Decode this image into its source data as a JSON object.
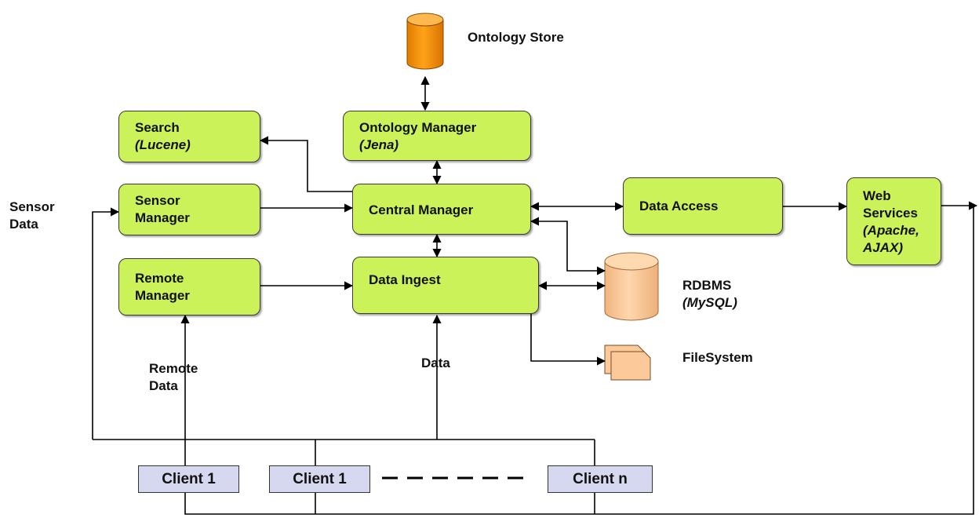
{
  "colors": {
    "module_fill": "#ccf25a",
    "client_fill": "#d6d8f0",
    "ontology_store": "#ff9900",
    "storage": "#fcc99a"
  },
  "ontology_store": {
    "label": "Ontology Store"
  },
  "modules": {
    "search": {
      "title": "Search",
      "sub": "(Lucene)"
    },
    "ontology_manager": {
      "title": "Ontology Manager",
      "sub": "(Jena)"
    },
    "sensor_manager": {
      "line1": "Sensor",
      "line2": "Manager"
    },
    "central_manager": {
      "title": "Central Manager"
    },
    "data_access": {
      "title": "Data Access"
    },
    "web_services": {
      "line1": "Web",
      "line2": "Services",
      "sub1": "(Apache,",
      "sub2": "AJAX)"
    },
    "remote_manager": {
      "line1": "Remote",
      "line2": "Manager"
    },
    "data_ingest": {
      "title": "Data Ingest"
    }
  },
  "storage": {
    "rdbms": {
      "title": "RDBMS",
      "sub": "(MySQL)"
    },
    "filesystem": {
      "title": "FileSystem"
    }
  },
  "labels": {
    "sensor_data_1": "Sensor",
    "sensor_data_2": "Data",
    "remote_data_1": "Remote",
    "remote_data_2": "Data",
    "data": "Data"
  },
  "clients": [
    "Client 1",
    "Client 1",
    "Client n"
  ]
}
